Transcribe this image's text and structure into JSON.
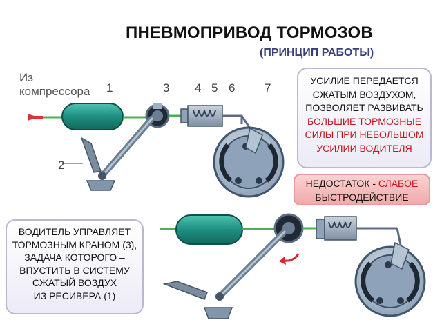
{
  "title": "ПНЕВМОПРИВОД ТОРМОЗОВ",
  "subtitle": "(ПРИНЦИП РАБОТЫ)",
  "source_label": [
    "Из",
    "компрессора"
  ],
  "part_numbers": [
    "1",
    "2",
    "3",
    "4",
    "5",
    "6",
    "7"
  ],
  "advantage_box": {
    "lines": [
      "УСИЛИЕ ПЕРЕДАЕТСЯ",
      "СЖАТЫМ ВОЗДУХОМ,",
      "ПОЗВОЛЯЕТ РАЗВИВАТЬ"
    ],
    "highlight_lines": [
      "БОЛЬШИЕ ТОРМОЗНЫЕ",
      "СИЛЫ ПРИ НЕБОЛЬШОМ",
      "УСИЛИИ ВОДИТЕЛЯ"
    ]
  },
  "drawback_box": {
    "prefix": "НЕДОСТАТОК - ",
    "highlight": "СЛАБОЕ",
    "line2": "БЫСТРОДЕЙСТВИЕ"
  },
  "driver_box": {
    "lines": [
      "ВОДИТЕЛЬ УПРАВЛЯЕТ",
      "ТОРМОЗНЫМ КРАНОМ (3),",
      "ЗАДАЧА КОТОРОГО –",
      "ВПУСТИТЬ В СИСТЕМУ",
      "СЖАТЫЙ ВОЗДУХ",
      "ИЗ РЕСИВЕРА (1)"
    ]
  },
  "colors": {
    "receiver": "#2a9d8f",
    "metal": "#6b7f94",
    "drum": "#9fb1c4",
    "highlight_red": "#c4151c",
    "inlet_arrow": "#e0313a",
    "box_border": "#b9b7d2",
    "drawback_fill": "#f5b5b5"
  }
}
